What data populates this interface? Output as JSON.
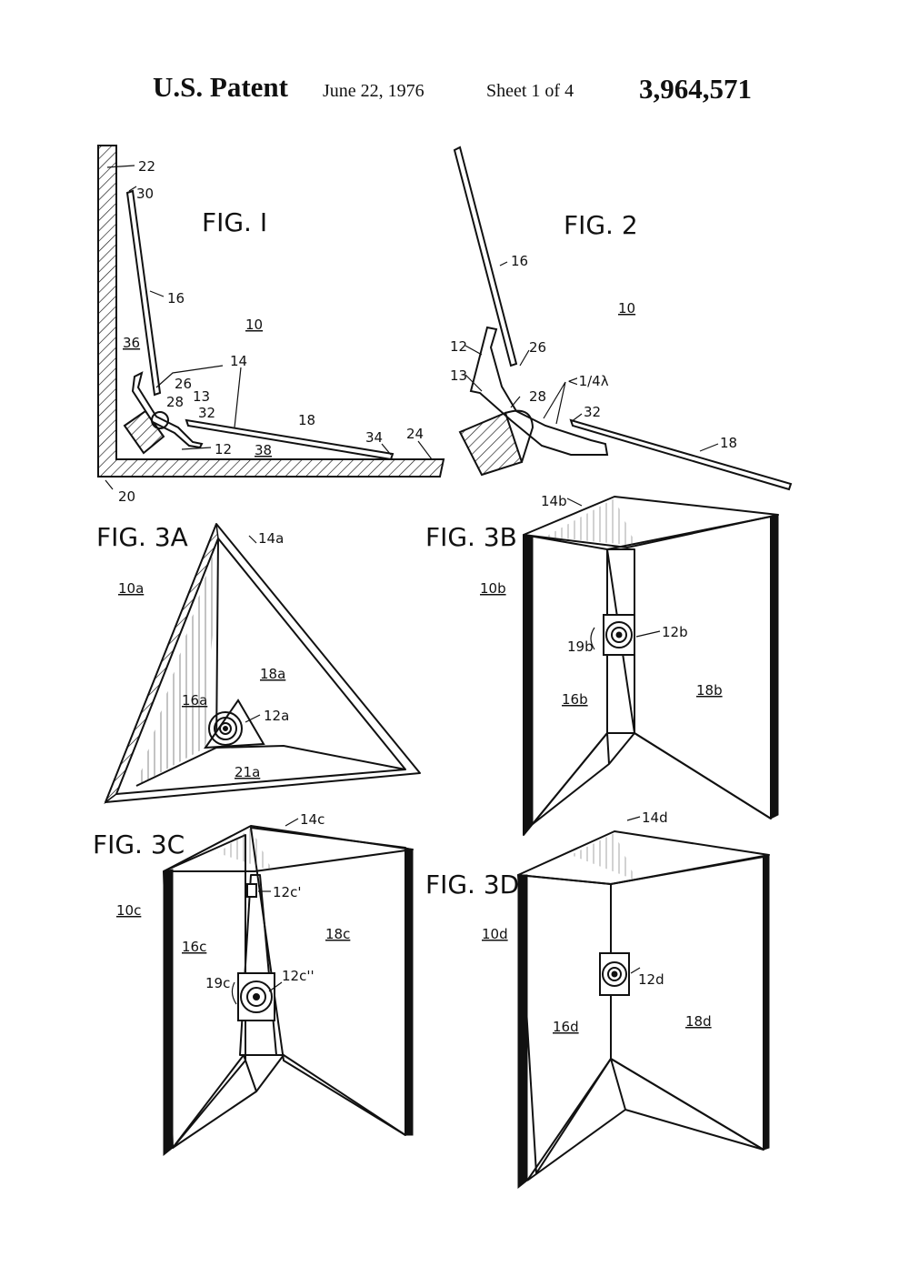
{
  "header": {
    "title": "U.S. Patent",
    "date": "June 22, 1976",
    "sheet": "Sheet 1 of 4",
    "number": "3,964,571"
  },
  "figures": {
    "fig1": {
      "title": "FIG. I",
      "labels": {
        "l22": "22",
        "l30": "30",
        "l16": "16",
        "l10": "10",
        "l36": "36",
        "l14": "14",
        "l26": "26",
        "l13": "13",
        "l28": "28",
        "l32": "32",
        "l18": "18",
        "l34": "34",
        "l24": "24",
        "l12": "12",
        "l38": "38",
        "l20": "20"
      }
    },
    "fig2": {
      "title": "FIG. 2",
      "labels": {
        "l16": "16",
        "l10": "10",
        "l12": "12",
        "l26": "26",
        "l13": "13",
        "l28": "28",
        "l14": "<1/4λ",
        "l32": "32",
        "l18": "18"
      }
    },
    "fig3a": {
      "title": "FIG. 3A",
      "labels": {
        "l14a": "14a",
        "l10a": "10a",
        "l18a": "18a",
        "l16a": "16a",
        "l12a": "12a",
        "l21a": "21a"
      }
    },
    "fig3b": {
      "title": "FIG. 3B",
      "labels": {
        "l14b": "14b",
        "l10b": "10b",
        "l19b": "19b",
        "l12b": "12b",
        "l16b": "16b",
        "l18b": "18b"
      }
    },
    "fig3c": {
      "title": "FIG. 3C",
      "labels": {
        "l14c": "14c",
        "l10c": "10c",
        "l12c1": "12c'",
        "l16c": "16c",
        "l18c": "18c",
        "l19c": "19c",
        "l12c2": "12c''"
      }
    },
    "fig3d": {
      "title": "FIG. 3D",
      "labels": {
        "l14d": "14d",
        "l10d": "10d",
        "l12d": "12d",
        "l16d": "16d",
        "l18d": "18d"
      }
    }
  }
}
